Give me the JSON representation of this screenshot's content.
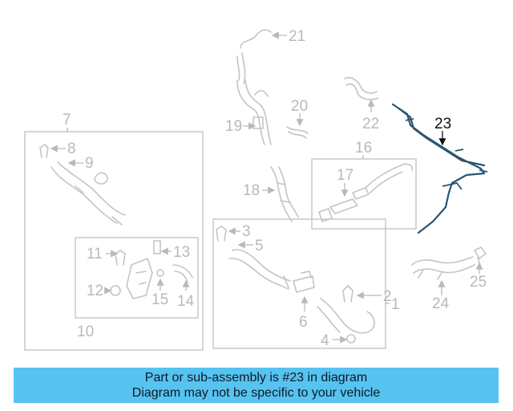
{
  "diagram": {
    "highlight_color": "#2a5570",
    "part_color": "#c4c4c4",
    "callouts": {
      "c1": "1",
      "c2": "2",
      "c3": "3",
      "c4": "4",
      "c5": "5",
      "c6": "6",
      "c7": "7",
      "c8": "8",
      "c9": "9",
      "c10": "10",
      "c11": "11",
      "c12": "12",
      "c13": "13",
      "c14": "14",
      "c15": "15",
      "c16": "16",
      "c17": "17",
      "c18": "18",
      "c19": "19",
      "c20": "20",
      "c21": "21",
      "c22": "22",
      "c23": "23",
      "c24": "24",
      "c25": "25"
    }
  },
  "banner": {
    "line1": "Part or sub-assembly is #23 in diagram",
    "line2": "Diagram may not be specific to your vehicle",
    "background": "#56c3f1"
  }
}
